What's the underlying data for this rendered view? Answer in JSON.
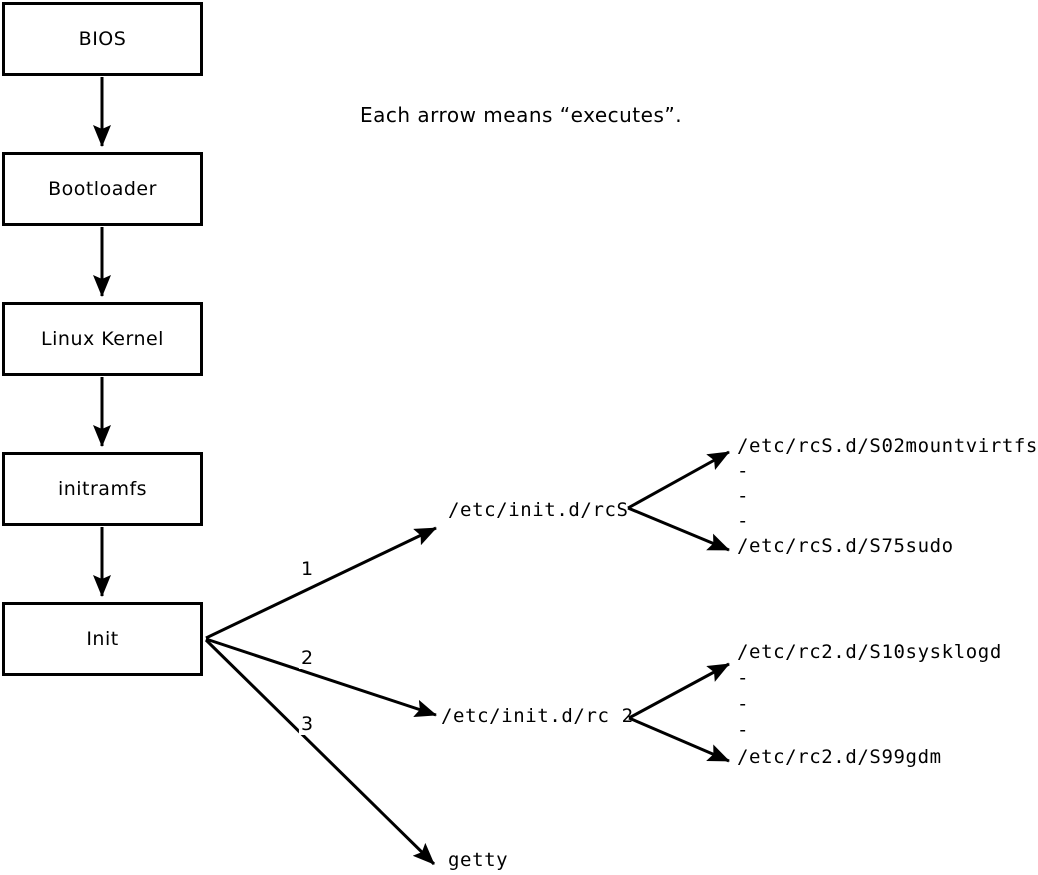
{
  "note": "Each arrow means “executes”.",
  "boxes": [
    {
      "label": "BIOS"
    },
    {
      "label": "Bootloader"
    },
    {
      "label": "Linux Kernel"
    },
    {
      "label": "initramfs"
    },
    {
      "label": "Init"
    }
  ],
  "edge_labels": [
    "1",
    "2",
    "3"
  ],
  "level1": [
    {
      "label": "/etc/init.d/rcS"
    },
    {
      "label": "/etc/init.d/rc 2"
    },
    {
      "label": "getty"
    }
  ],
  "rcS_scripts": [
    "/etc/rcS.d/S02mountvirtfs",
    "-",
    "-",
    "-",
    "/etc/rcS.d/S75sudo"
  ],
  "rc2_scripts": [
    "/etc/rc2.d/S10sysklogd",
    "-",
    "-",
    "-",
    "/etc/rc2.d/S99gdm"
  ],
  "colors": {
    "line": "#000000",
    "background": "#ffffff"
  }
}
